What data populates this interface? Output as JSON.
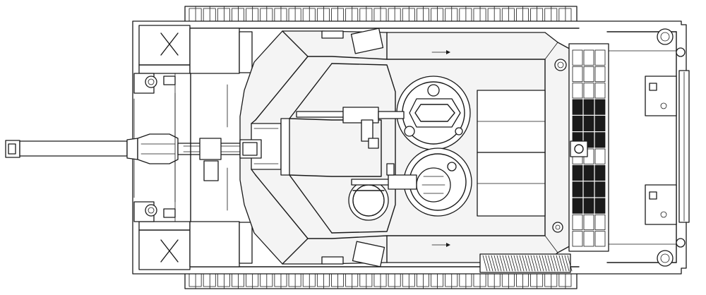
{
  "drawing": {
    "subject": "tank-top-view",
    "style": "black line art on white",
    "colors": {
      "line": "#1a1a1a",
      "background": "#ffffff",
      "panel": "#f4f4f4"
    },
    "track_links_per_side": 27,
    "grille_rows": 12,
    "grille_cols": 3,
    "tie_down_rings": 4
  }
}
